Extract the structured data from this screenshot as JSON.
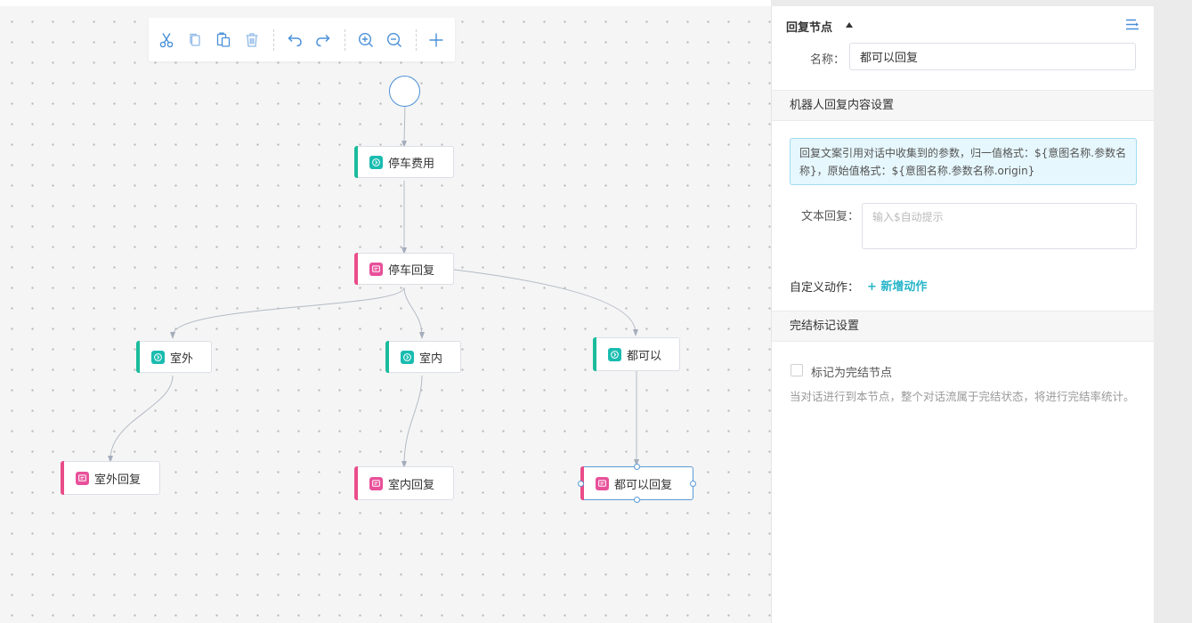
{
  "toolbar": {
    "buttons": [
      {
        "name": "cut-icon"
      },
      {
        "name": "copy-icon"
      },
      {
        "name": "paste-icon"
      },
      {
        "name": "delete-icon"
      },
      {
        "name": "undo-icon"
      },
      {
        "name": "redo-icon"
      },
      {
        "name": "zoom-in-icon"
      },
      {
        "name": "zoom-out-icon"
      },
      {
        "name": "add-icon"
      }
    ]
  },
  "nodes": {
    "parking_fee": {
      "label": "停车费用",
      "kind": "intent"
    },
    "parking_reply": {
      "label": "停车回复",
      "kind": "reply"
    },
    "outdoor": {
      "label": "室外",
      "kind": "intent"
    },
    "indoor": {
      "label": "室内",
      "kind": "intent"
    },
    "either": {
      "label": "都可以",
      "kind": "intent"
    },
    "outdoor_reply": {
      "label": "室外回复",
      "kind": "reply"
    },
    "indoor_reply": {
      "label": "室内回复",
      "kind": "reply"
    },
    "either_reply": {
      "label": "都可以回复",
      "kind": "reply",
      "selected": true
    }
  },
  "panel": {
    "title": "回复节点",
    "name_label": "名称：",
    "name_value": "都可以回复",
    "section_robot": "机器人回复内容设置",
    "info_text": "回复文案引用对话中收集到的参数，归一值格式：${意图名称.参数名称}，原始值格式：${意图名称.参数名称.origin}",
    "text_reply_label": "文本回复：",
    "text_reply_placeholder": "输入$自动提示",
    "custom_action_label": "自定义动作：",
    "add_action": "+ 新增动作",
    "section_finish": "完结标记设置",
    "mark_finish_label": "标记为完结节点",
    "finish_help": "当对话进行到本节点，整个对话流属于完结状态，将进行完结率统计。",
    "mark_finish_checked": false
  },
  "colors": {
    "accent_blue": "#4a90d9",
    "intent_green": "#1abc9c",
    "reply_pink": "#ea4c89",
    "link_cyan": "#26b5c8"
  }
}
